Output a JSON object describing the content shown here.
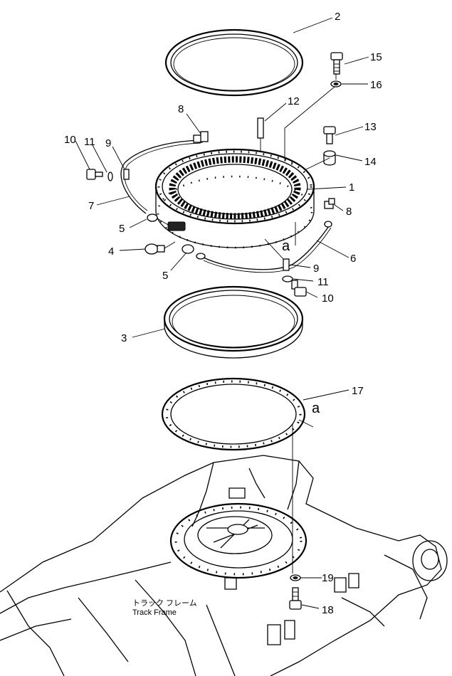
{
  "callouts": {
    "n1": "1",
    "n2": "2",
    "n3": "3",
    "n4": "4",
    "n5a": "5",
    "n5b": "5",
    "n6": "6",
    "n7": "7",
    "n8a": "8",
    "n8b": "8",
    "n9a": "9",
    "n9b": "9",
    "n10a": "10",
    "n10b": "10",
    "n11a": "11",
    "n11b": "11",
    "n12": "12",
    "n13": "13",
    "n14": "14",
    "n15": "15",
    "n16": "16",
    "n17": "17",
    "n18": "18",
    "n19": "19"
  },
  "refs": {
    "a1": "a",
    "a2": "a"
  },
  "track_frame": {
    "japanese": "トラック フレーム",
    "english": "Track Frame"
  }
}
